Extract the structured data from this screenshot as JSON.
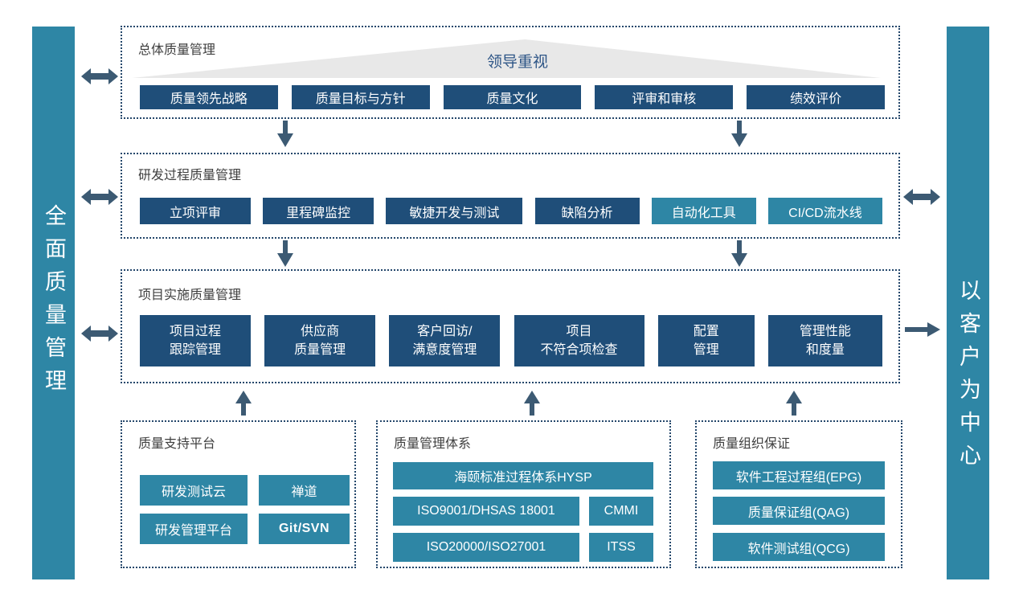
{
  "colors": {
    "navy": "#1F4E79",
    "teal": "#2E86A5",
    "dotted_border": "#24476B",
    "arrow": "#3C5A73",
    "banner_triangle": "#E8E8E8",
    "banner_text": "#2D5586",
    "box_title_text": "#3F3F3F",
    "button_text": "#FFFFFF"
  },
  "left_bar": {
    "label": "全面质量管理"
  },
  "right_bar": {
    "label": "以客户为中心"
  },
  "overall": {
    "title": "总体质量管理",
    "banner": "领导重视",
    "items": [
      "质量领先战略",
      "质量目标与方针",
      "质量文化",
      "评审和审核",
      "绩效评价"
    ]
  },
  "rnd": {
    "title": "研发过程质量管理",
    "items": [
      {
        "label": "立项评审",
        "color": "navy"
      },
      {
        "label": "里程碑监控",
        "color": "navy"
      },
      {
        "label": "敏捷开发与测试",
        "color": "navy"
      },
      {
        "label": "缺陷分析",
        "color": "navy"
      },
      {
        "label": "自动化工具",
        "color": "teal"
      },
      {
        "label": "CI/CD流水线",
        "color": "teal"
      }
    ]
  },
  "project": {
    "title": "项目实施质量管理",
    "items": [
      {
        "line1": "项目过程",
        "line2": "跟踪管理"
      },
      {
        "line1": "供应商",
        "line2": "质量管理"
      },
      {
        "line1": "客户回访/",
        "line2": "满意度管理"
      },
      {
        "line1": "项目",
        "line2": "不符合项检查"
      },
      {
        "line1": "配置",
        "line2": "管理"
      },
      {
        "line1": "管理性能",
        "line2": "和度量"
      }
    ]
  },
  "platform": {
    "title": "质量支持平台",
    "items": [
      "研发测试云",
      "禅道",
      "研发管理平台",
      "Git/SVN"
    ]
  },
  "system": {
    "title": "质量管理体系",
    "wide_item": "海颐标准过程体系HYSP",
    "items": [
      "ISO9001/DHSAS 18001",
      "CMMI",
      "ISO20000/ISO27001",
      "ITSS"
    ]
  },
  "organization": {
    "title": "质量组织保证",
    "items": [
      "软件工程过程组(EPG)",
      "质量保证组(QAG)",
      "软件测试组(QCG)"
    ]
  }
}
